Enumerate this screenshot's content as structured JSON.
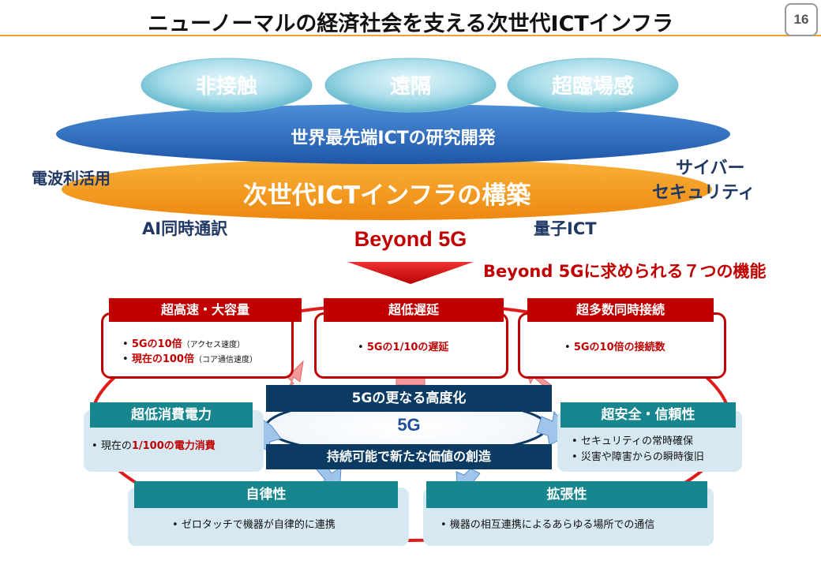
{
  "header": {
    "title": "ニューノーマルの経済社会を支える次世代ICTインフラ",
    "page_number": "16"
  },
  "top": {
    "pills": [
      "非接触",
      "遠隔",
      "超臨場感"
    ],
    "research": "世界最先端ICTの研究開発",
    "infra": "次世代ICTインフラの構築",
    "left_label": "電波利活用",
    "right_label_1": "サイバー",
    "right_label_2": "セキュリティ",
    "bottom_left_label": "AI同時通訳",
    "bottom_right_label": "量子ICT",
    "beyond": "Beyond 5G",
    "seven_functions": "Beyond 5Gに求められる７つの機能"
  },
  "functions": {
    "speed": {
      "header": "超高速・大容量",
      "b1_bold": "5Gの10倍",
      "b1_note": "（アクセス速度）",
      "b2_bold": "現在の100倍",
      "b2_note": "（コア通信速度）"
    },
    "latency": {
      "header": "超低遅延",
      "b1": "5Gの1/10の遅延"
    },
    "connections": {
      "header": "超多数同時接続",
      "b1": "5Gの10倍の接続数"
    },
    "power": {
      "header": "超低消費電力",
      "b1_pre": "現在の",
      "b1_bold": "1/100の電力消費"
    },
    "security": {
      "header": "超安全・信頼性",
      "b1": "セキュリティの常時確保",
      "b2": "災害や障害からの瞬時復旧"
    },
    "autonomy": {
      "header": "自律性",
      "b1": "ゼロタッチで機器が自律的に連携"
    },
    "extension": {
      "header": "拡張性",
      "b1": "機器の相互連携によるあらゆる場所での通信"
    }
  },
  "center": {
    "upper": "5Gの更なる高度化",
    "core": "5G",
    "lower": "持続可能で新たな価値の創造"
  },
  "colors": {
    "accent_red": "#c00000",
    "navy": "#0b3a63",
    "teal": "#17868f",
    "orange": "#f39a1c",
    "blue": "#2f6fc2"
  }
}
